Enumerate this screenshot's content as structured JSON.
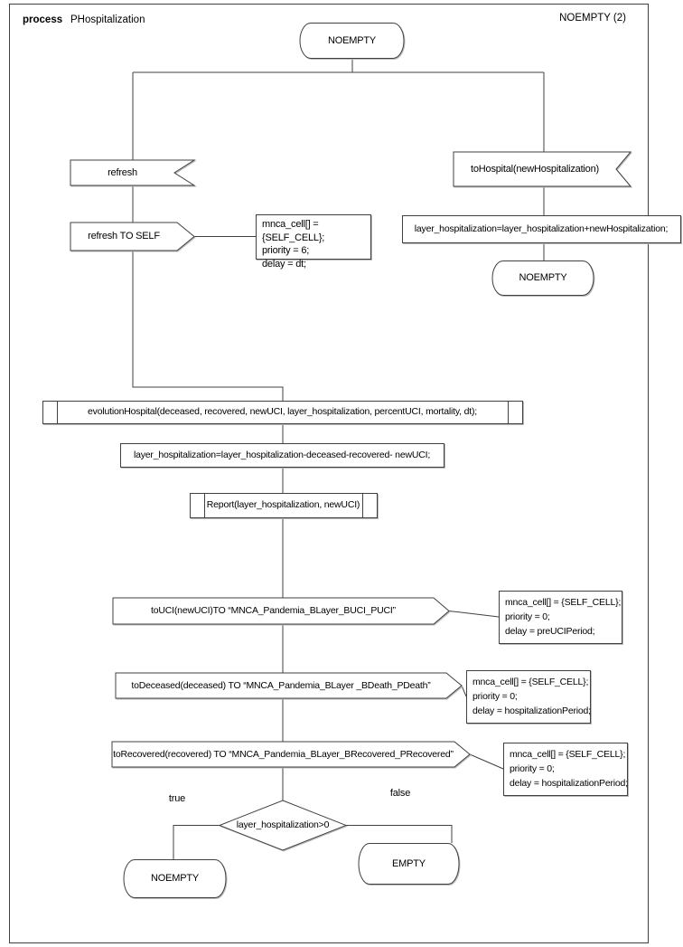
{
  "header": {
    "kind": "process",
    "process_name": "PHospitalization",
    "page_ref": "NOEMPTY (2)"
  },
  "diagram": {
    "start_state": "NOEMPTY",
    "refresh_input": "refresh",
    "refresh_output": "refresh TO SELF",
    "refresh_params": "mnca_cell[] = {SELF_CELL};\npriority = 6;\ndelay = dt;",
    "tohospital_input": "toHospital(newHospitalization)",
    "hospital_add_task": "layer_hospitalization=layer_hospitalization+newHospitalization;",
    "hospital_state": "NOEMPTY",
    "evolution_call": "evolutionHospital(deceased, recovered, newUCI, layer_hospitalization, percentUCI, mortality, dt);",
    "hospital_update_task": "layer_hospitalization=layer_hospitalization-deceased-recovered- newUCI;",
    "report_call": "Report(layer_hospitalization, newUCI)",
    "touci_output": "toUCI(newUCI)TO “MNCA_Pandemia_BLayer_BUCI_PUCI”",
    "touci_params": "mnca_cell[] = {SELF_CELL};\npriority = 0;\ndelay = preUCIPeriod;",
    "todeceased_output": "toDeceased(deceased) TO “MNCA_Pandemia_BLayer _BDeath_PDeath”",
    "todeceased_params": "mnca_cell[] = {SELF_CELL};\npriority = 0;\ndelay = hospitalizationPeriod;",
    "torecovered_output": "toRecovered(recovered) TO “MNCA_Pandemia_BLayer_BRecovered_PRecovered”",
    "torecovered_params": "mnca_cell[] = {SELF_CELL};\npriority = 0;\ndelay = hospitalizationPeriod;",
    "decision": "layer_hospitalization>0",
    "true_label": "true",
    "false_label": "false",
    "true_state": "NOEMPTY",
    "false_state": "EMPTY"
  }
}
